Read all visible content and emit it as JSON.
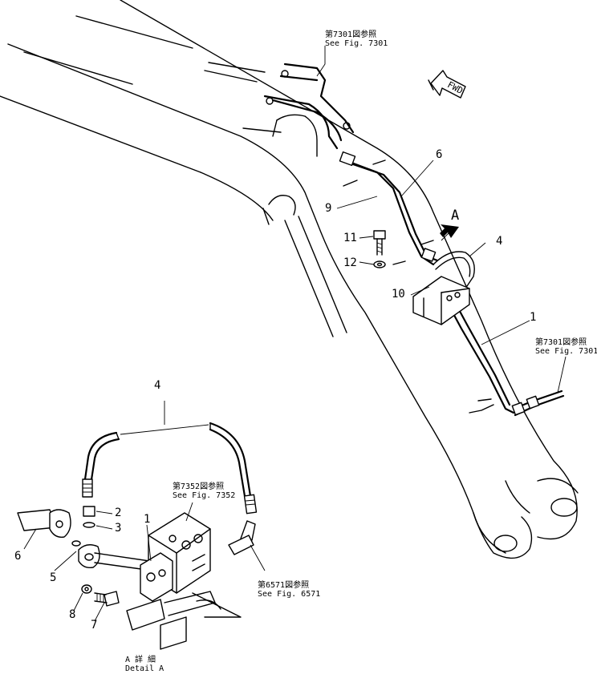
{
  "callouts": {
    "fig7301_top": {
      "jp": "第7301図参照",
      "en": "See Fig. 7301"
    },
    "fig7301_right": {
      "jp": "第7301図参照",
      "en": "See Fig. 7301"
    },
    "fig7352": {
      "jp": "第7352図参照",
      "en": "See Fig. 7352"
    },
    "fig6571": {
      "jp": "第6571図参照",
      "en": "See Fig. 6571"
    }
  },
  "fwd_label": "FWD",
  "view_arrow_label": "A",
  "detail": {
    "jp": "A 詳 細",
    "en": "Detail A"
  },
  "part_numbers": {
    "n1_main": "1",
    "n4_main": "4",
    "n6_main": "6",
    "n9": "9",
    "n10": "10",
    "n11": "11",
    "n12": "12",
    "n1_detail": "1",
    "n2": "2",
    "n3": "3",
    "n4_detail": "4",
    "n5": "5",
    "n6_detail": "6",
    "n7": "7",
    "n8": "8"
  },
  "colors": {
    "ink": "#000000",
    "paper": "#ffffff"
  }
}
